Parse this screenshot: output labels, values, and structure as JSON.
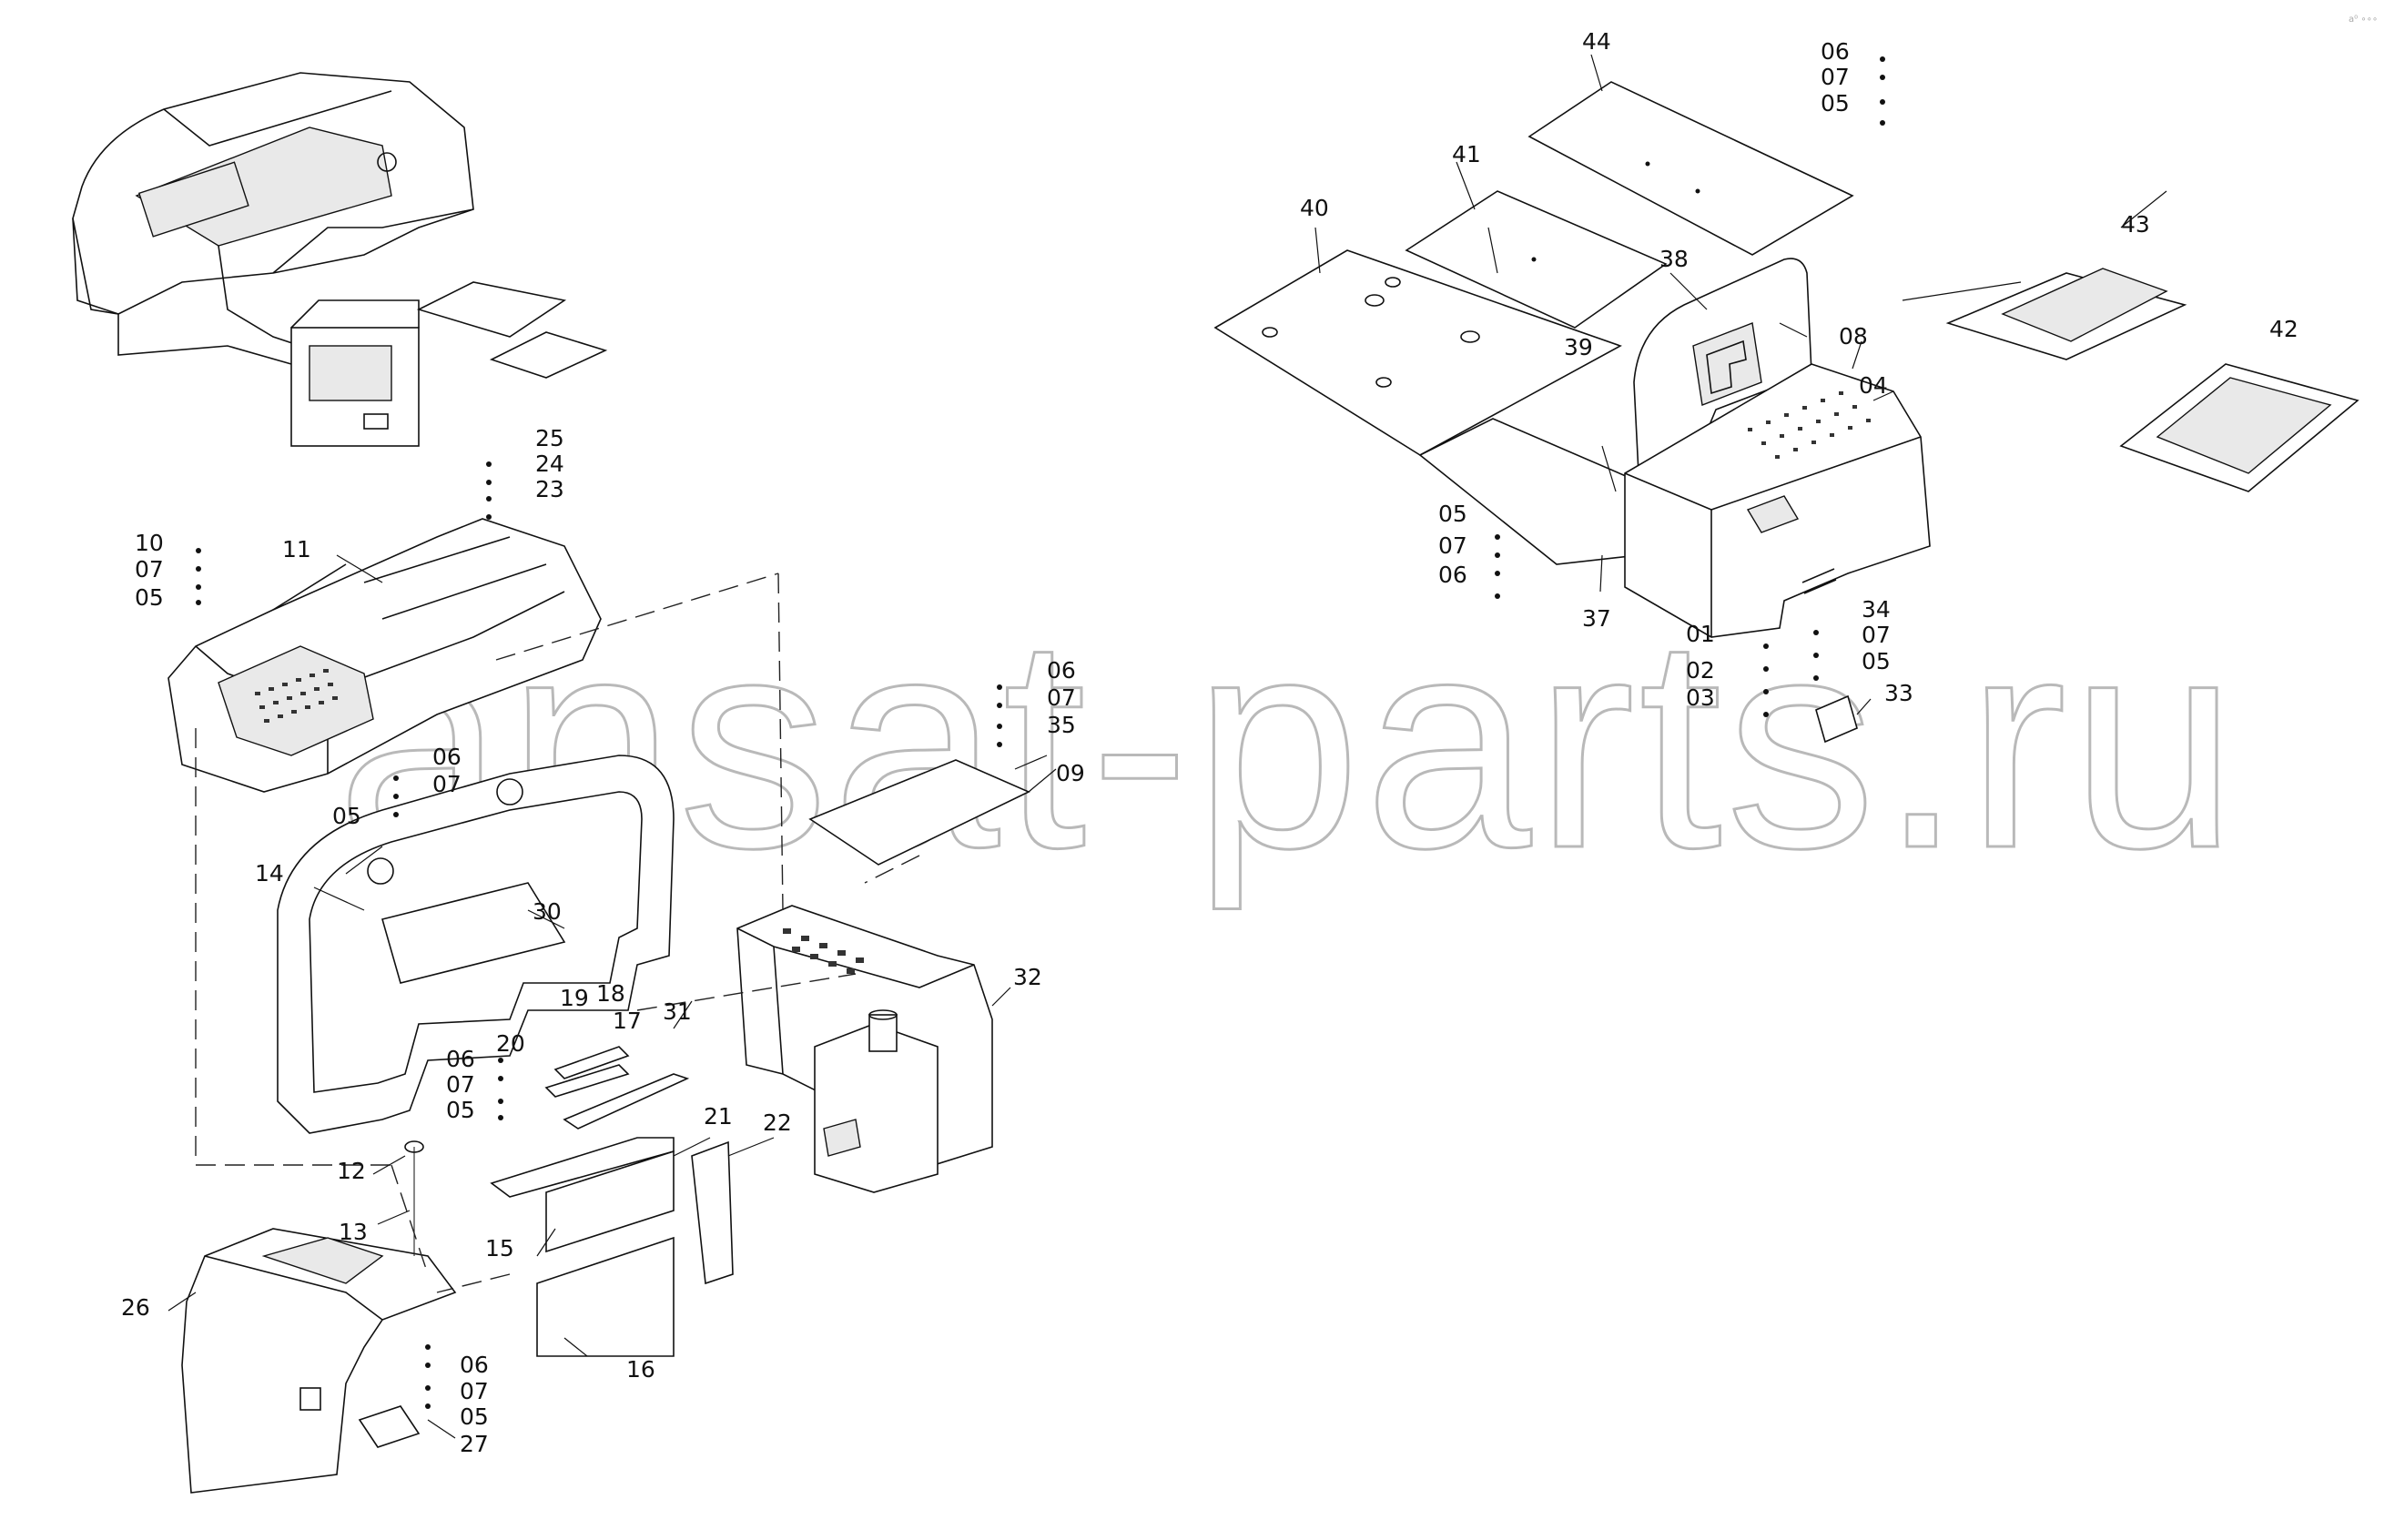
{
  "watermark": "ansat-parts.ru",
  "corner_mark": "a⁰ ∘∘∘",
  "callouts": {
    "c01": "01",
    "c02": "02",
    "c03": "03",
    "c04": "04",
    "c05a": "05",
    "c05b": "05",
    "c05c": "05",
    "c05d": "05",
    "c05e": "05",
    "c05f": "05",
    "c05g": "05",
    "c06a": "06",
    "c06b": "06",
    "c06c": "06",
    "c06d": "06",
    "c06e": "06",
    "c06f": "06",
    "c07a": "07",
    "c07b": "07",
    "c07c": "07",
    "c07d": "07",
    "c07e": "07",
    "c07f": "07",
    "c07g": "07",
    "c08": "08",
    "c09": "09",
    "c10": "10",
    "c11": "11",
    "c12": "12",
    "c13": "13",
    "c14": "14",
    "c15": "15",
    "c16": "16",
    "c17": "17",
    "c18": "18",
    "c19": "19",
    "c20": "20",
    "c21": "21",
    "c22": "22",
    "c23": "23",
    "c24": "24",
    "c25": "25",
    "c26": "26",
    "c27": "27",
    "c30": "30",
    "c31": "31",
    "c32": "32",
    "c33": "33",
    "c34": "34",
    "c35": "35",
    "c37": "37",
    "c38": "38",
    "c39": "39",
    "c40": "40",
    "c41": "41",
    "c42": "42",
    "c43": "43",
    "c44": "44"
  }
}
